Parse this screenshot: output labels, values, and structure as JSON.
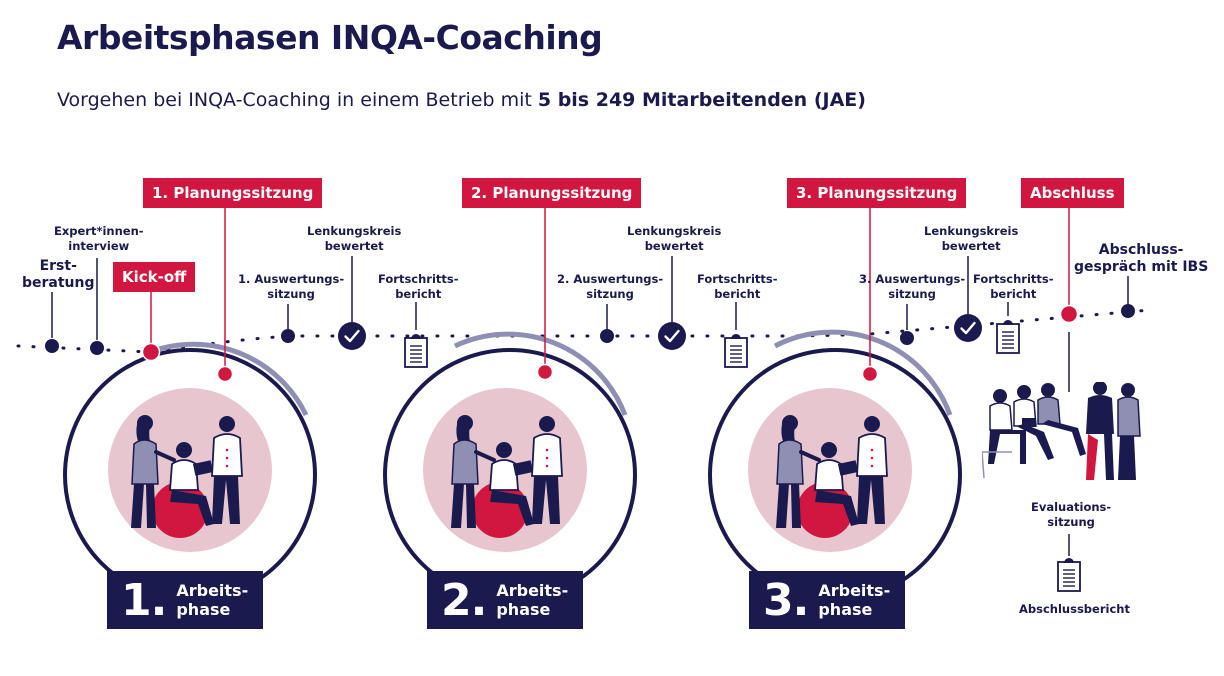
{
  "header": {
    "title": "Arbeitsphasen INQA-Coaching",
    "subtitle_prefix": "Vorgehen bei INQA-Coaching in einem Betrieb mit ",
    "subtitle_bold": "5 bis 249 Mitarbeitenden (JAE)"
  },
  "tags": {
    "kickoff": "Kick-off",
    "planung1": "1. Planungssitzung",
    "planung2": "2. Planungssitzung",
    "planung3": "3. Planungssitzung",
    "abschluss": "Abschluss"
  },
  "labels": {
    "erstberatung": [
      "Erst-",
      "beratung"
    ],
    "expert_interview": [
      "Expert*innen-",
      "interview"
    ],
    "auswertung1": [
      "1. Auswertungs-",
      "sitzung"
    ],
    "auswertung2": [
      "2. Auswertungs-",
      "sitzung"
    ],
    "auswertung3": [
      "3. Auswertungs-",
      "sitzung"
    ],
    "lenkungskreis": [
      "Lenkungskreis",
      "bewertet"
    ],
    "fortschritt": [
      "Fortschritts-",
      "bericht"
    ],
    "abschlussgespraech": [
      "Abschluss-",
      "gespräch mit IBS"
    ],
    "evaluation": [
      "Evaluations-",
      "sitzung"
    ],
    "abschlussbericht": "Abschlussbericht"
  },
  "phases": [
    {
      "number": "1.",
      "label": [
        "Arbeits-",
        "phase"
      ]
    },
    {
      "number": "2.",
      "label": [
        "Arbeits-",
        "phase"
      ]
    },
    {
      "number": "3.",
      "label": [
        "Arbeits-",
        "phase"
      ]
    }
  ],
  "colors": {
    "navy": "#1b1a4e",
    "red": "#d1173f",
    "pink": "#e8c6d0",
    "lavender": "#8f8fb3"
  },
  "icons": {
    "check": "check-circle-icon",
    "document": "document-icon"
  }
}
